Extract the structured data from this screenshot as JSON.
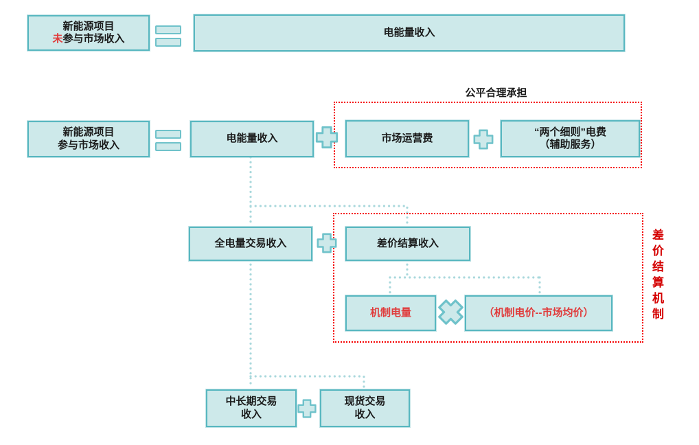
{
  "colors": {
    "background": "#ffffff",
    "box_fill": "#cde9ea",
    "box_border": "#58b7c0",
    "icon_border": "#6fc2ca",
    "connector_dot": "#a9d8dc",
    "red_outline": "#f50000",
    "red_text": "#e03c3c",
    "side_label_red": "#d40000",
    "text": "#1a1a1a"
  },
  "labels": {
    "fair_share": "公平合理承担",
    "side_vertical": "差价结算机制"
  },
  "row1": {
    "left": {
      "line1": "新能源项目",
      "highlight": "未",
      "line2_rest": "参与市场收入"
    },
    "result": "电能量收入"
  },
  "row2": {
    "left": {
      "line1": "新能源项目",
      "line2": "参与市场收入"
    },
    "energy_revenue": "电能量收入",
    "market_operation_fee": "市场运营费",
    "two_rules_fee": {
      "line1": "“两个细则”电费",
      "line2": "（辅助服务）"
    }
  },
  "row3": {
    "full_volume_trading": "全电量交易收入",
    "price_diff_settlement": "差价结算收入"
  },
  "mechanism": {
    "mechanism_volume": "机制电量",
    "price_formula": "（机制电价--市场均价）"
  },
  "row4": {
    "mid_long_term": {
      "line1": "中长期交易",
      "line2": "收入"
    },
    "spot": {
      "line1": "现货交易",
      "line2": "收入"
    }
  },
  "icons": {
    "equals": "=",
    "plus": "+",
    "multiply": "×"
  }
}
